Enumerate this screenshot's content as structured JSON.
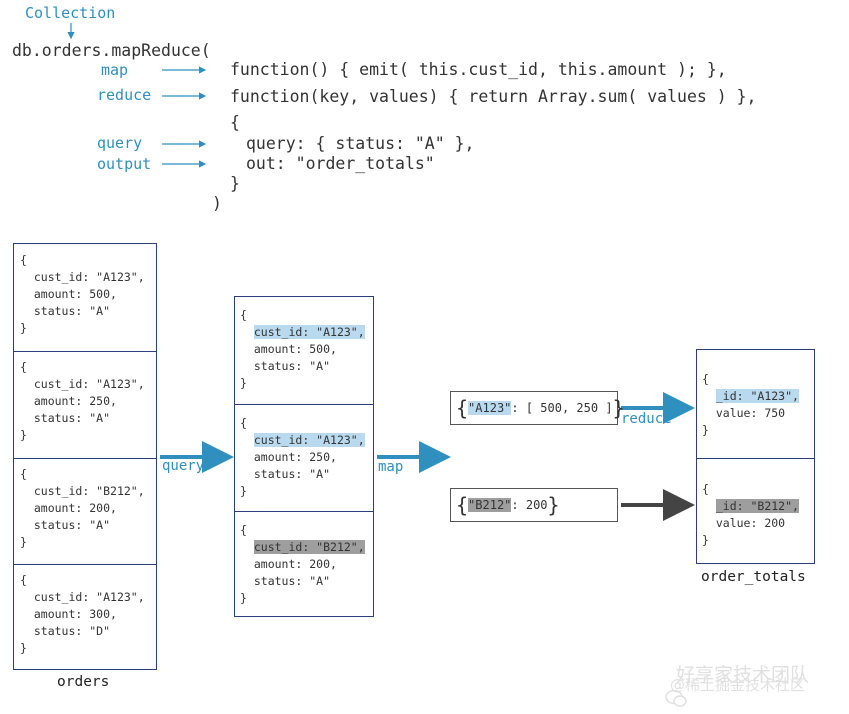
{
  "code": {
    "collection_label": "Collection",
    "line_db": "db.orders.mapReduce(",
    "map_label": "map",
    "map_fn": "function() { emit( this.cust_id, this.amount ); },",
    "reduce_label": "reduce",
    "reduce_fn": "function(key, values) { return Array.sum( values ) },",
    "open_brace": "{",
    "query_label": "query",
    "query_line": "query: { status: \"A\" },",
    "output_label": "output",
    "out_line": "out: \"order_totals\"",
    "close_brace": "}",
    "close_paren": ")"
  },
  "orders": {
    "caption": "orders",
    "docs": [
      {
        "open": "{",
        "cust_id": "cust_id: \"A123\",",
        "amount": "amount: 500,",
        "status": "status: \"A\"",
        "close": "}"
      },
      {
        "open": "{",
        "cust_id": "cust_id: \"A123\",",
        "amount": "amount: 250,",
        "status": "status: \"A\"",
        "close": "}"
      },
      {
        "open": "{",
        "cust_id": "cust_id: \"B212\",",
        "amount": "amount: 200,",
        "status": "status: \"A\"",
        "close": "}"
      },
      {
        "open": "{",
        "cust_id": "cust_id: \"A123\",",
        "amount": "amount: 300,",
        "status": "status: \"D\"",
        "close": "}"
      }
    ]
  },
  "query_arrow_label": "query",
  "filtered": {
    "docs": [
      {
        "open": "{",
        "cust_id": "cust_id: \"A123\",",
        "amount": "amount: 500,",
        "status": "status: \"A\"",
        "close": "}"
      },
      {
        "open": "{",
        "cust_id": "cust_id: \"A123\",",
        "amount": "amount: 250,",
        "status": "status: \"A\"",
        "close": "}"
      },
      {
        "open": "{",
        "cust_id": "cust_id: \"B212\",",
        "amount": "amount: 200,",
        "status": "status: \"A\"",
        "close": "}"
      }
    ]
  },
  "map_arrow_label": "map",
  "mapped": [
    {
      "open": "{",
      "key": "\"A123\"",
      "rest": ": [ 500, 250 ]",
      "close": "}"
    },
    {
      "open": "{",
      "key": "\"B212\"",
      "rest": ": 200",
      "close": "}"
    }
  ],
  "reduce_arrow_label": "reduce",
  "order_totals": {
    "caption": "order_totals",
    "docs": [
      {
        "open": "{",
        "id": "_id: \"A123\",",
        "value": "value: 750",
        "close": "}"
      },
      {
        "open": "{",
        "id": "_id: \"B212\",",
        "value": "value: 200",
        "close": "}"
      }
    ]
  },
  "watermark": {
    "line1": "好享家技术团队",
    "line2": "@稀土掘金技术社区"
  },
  "colors": {
    "accent": "#2f8fbf",
    "box_border": "#2c3f7c",
    "highlight_blue": "#b9d9ef",
    "highlight_gray": "#9e9e9e",
    "dark_arrow": "#444444"
  }
}
